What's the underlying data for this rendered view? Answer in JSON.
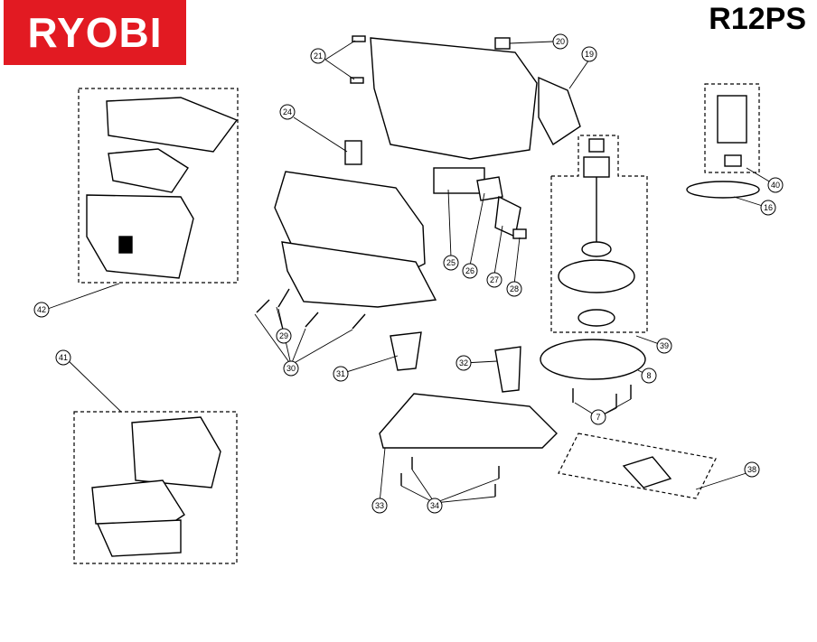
{
  "brand": {
    "logo_text": "RYOBI",
    "logo_color": "#e21a22"
  },
  "model": "R12PS",
  "callouts": [
    "7",
    "8",
    "16",
    "19",
    "20",
    "21",
    "24",
    "25",
    "26",
    "27",
    "28",
    "29",
    "30",
    "31",
    "32",
    "33",
    "34",
    "38",
    "39",
    "40",
    "41",
    "42"
  ]
}
